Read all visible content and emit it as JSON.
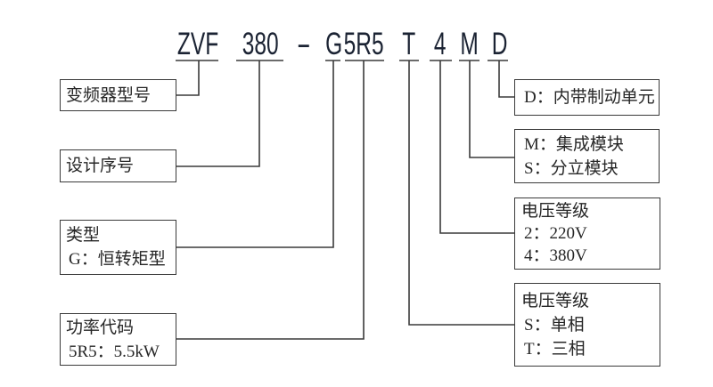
{
  "code": {
    "tokens": [
      {
        "id": "series",
        "text": "ZVF"
      },
      {
        "id": "design",
        "text": "380"
      },
      {
        "id": "separator",
        "text": "-"
      },
      {
        "id": "type",
        "text": "G"
      },
      {
        "id": "power",
        "text": "5R5"
      },
      {
        "id": "phase",
        "text": "T"
      },
      {
        "id": "voltage",
        "text": "4"
      },
      {
        "id": "module",
        "text": "M"
      },
      {
        "id": "brake",
        "text": "D"
      }
    ]
  },
  "left_boxes": {
    "model": {
      "lines": [
        "变频器型号"
      ]
    },
    "design_no": {
      "lines": [
        "设计序号"
      ]
    },
    "type": {
      "lines": [
        "类型",
        "G：恒转矩型"
      ]
    },
    "power_code": {
      "lines": [
        "功率代码",
        "5R5：5.5kW"
      ]
    }
  },
  "right_boxes": {
    "brake": {
      "lines": [
        "D：内带制动单元"
      ]
    },
    "module": {
      "lines": [
        "M：集成模块",
        "S：分立模块"
      ]
    },
    "voltage": {
      "lines": [
        "电压等级",
        "2：220V",
        "4：380V"
      ]
    },
    "phase": {
      "lines": [
        "电压等级",
        "S：单相",
        "T：三相"
      ]
    }
  },
  "colors": {
    "line": "#3a3a3a",
    "code_text": "#1b2333",
    "box_text": "#262626"
  }
}
